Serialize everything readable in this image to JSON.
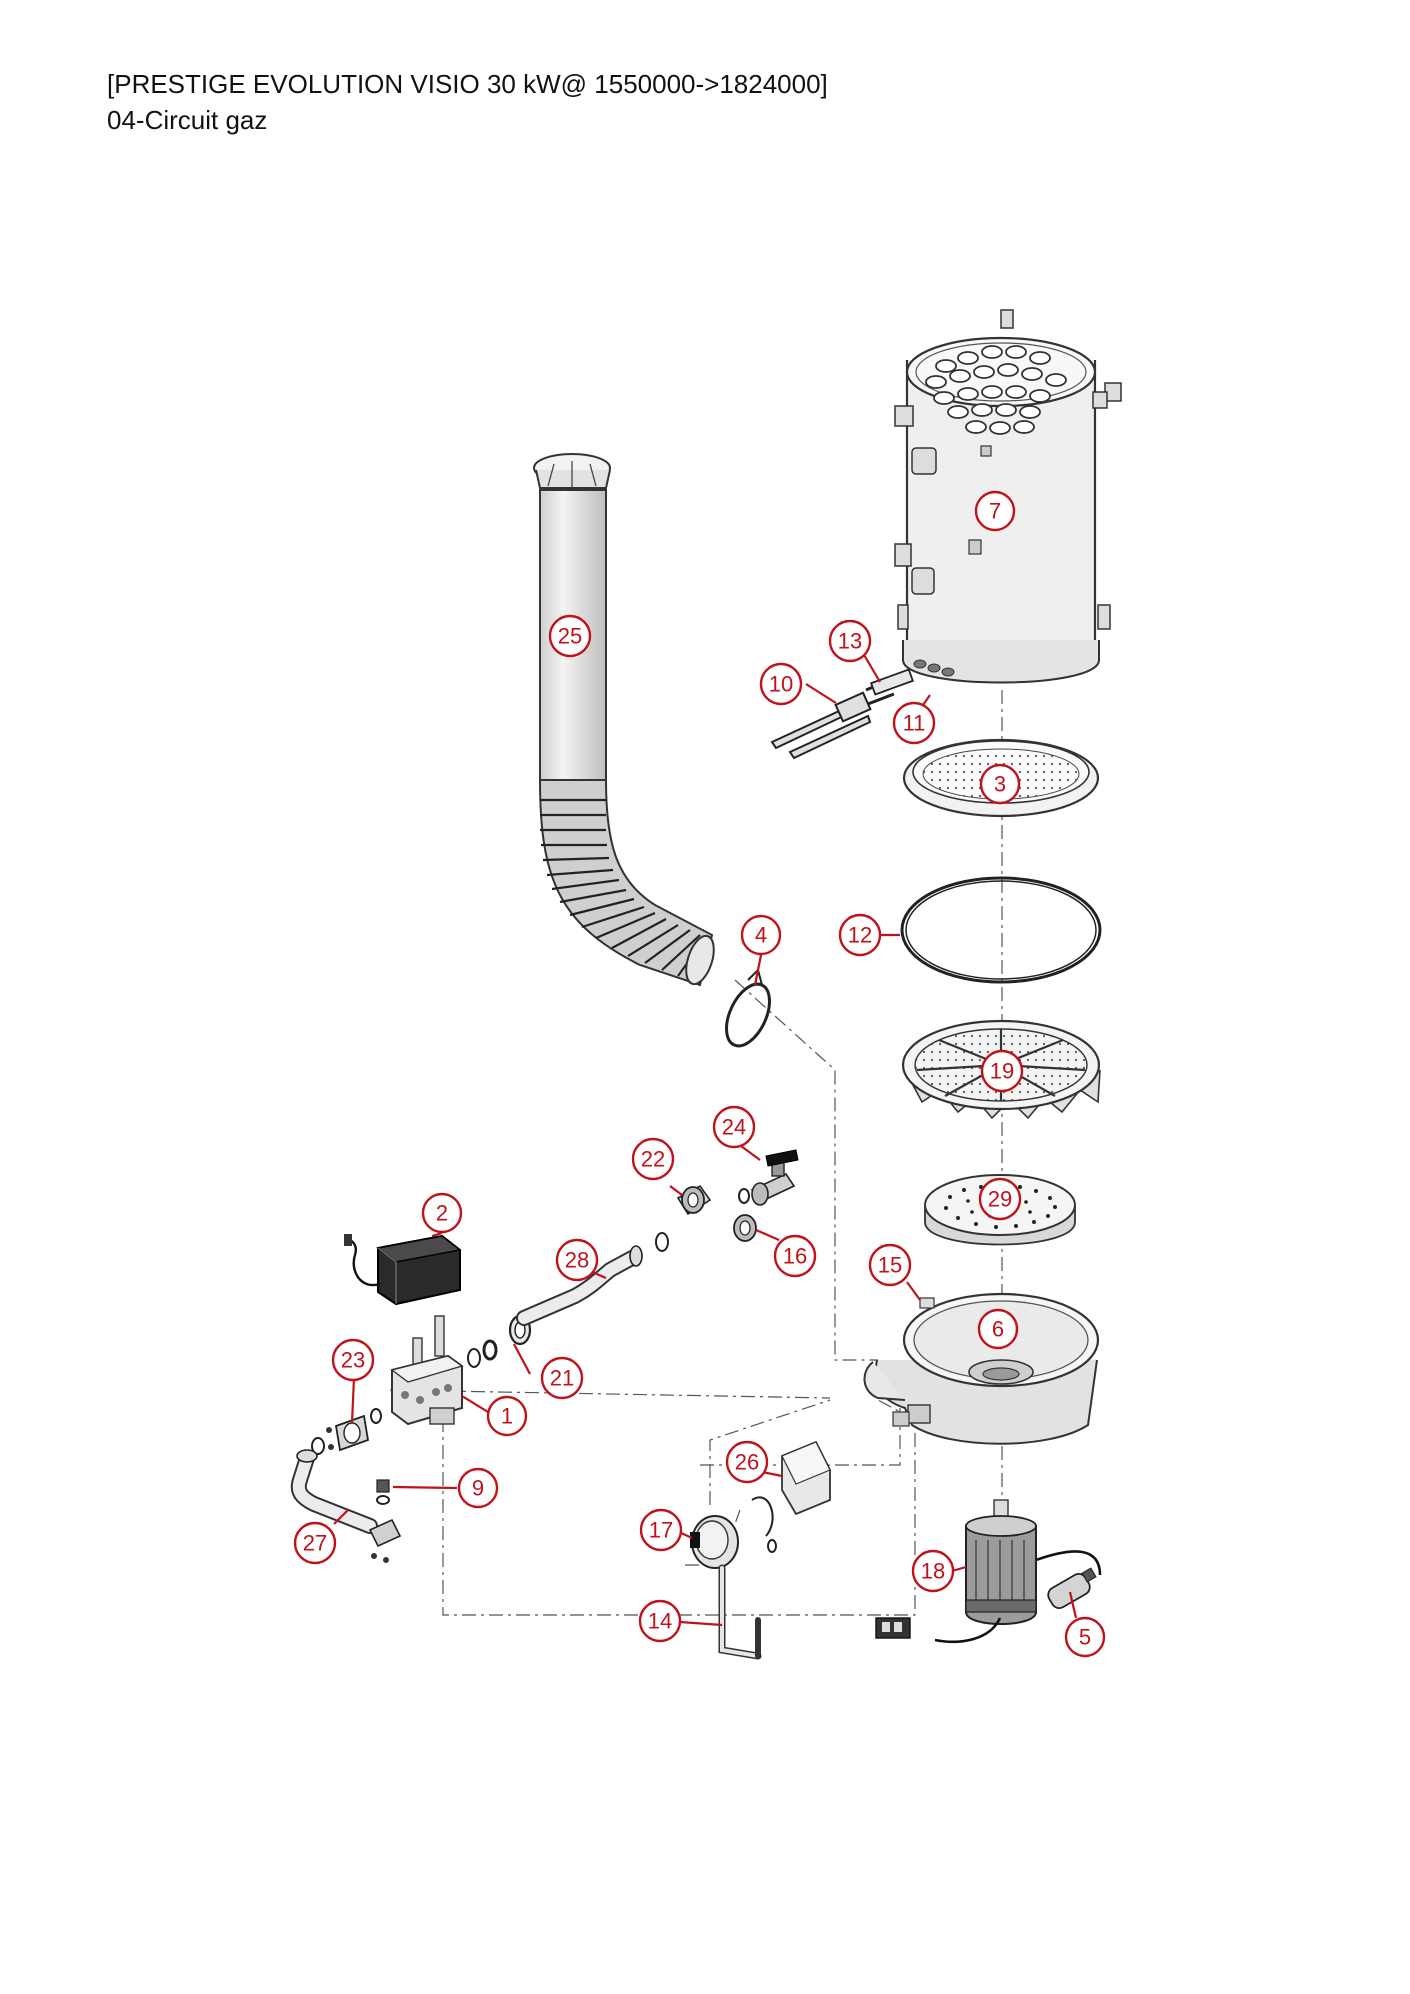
{
  "header": {
    "model": "[PRESTIGE EVOLUTION VISIO 30 kW@ 1550000->1824000]",
    "section": "04-Circuit gaz"
  },
  "colors": {
    "callout": "#c0121a",
    "line": "#3a3a3a",
    "part_fill": "#e6e6e6",
    "part_dark": "#2a2a2a"
  },
  "callouts": [
    {
      "id": "c1",
      "label": "1"
    },
    {
      "id": "c2",
      "label": "2"
    },
    {
      "id": "c3",
      "label": "3"
    },
    {
      "id": "c4",
      "label": "4"
    },
    {
      "id": "c5",
      "label": "5"
    },
    {
      "id": "c6",
      "label": "6"
    },
    {
      "id": "c7",
      "label": "7"
    },
    {
      "id": "c9",
      "label": "9"
    },
    {
      "id": "c10",
      "label": "10"
    },
    {
      "id": "c11",
      "label": "11"
    },
    {
      "id": "c12",
      "label": "12"
    },
    {
      "id": "c13",
      "label": "13"
    },
    {
      "id": "c14",
      "label": "14"
    },
    {
      "id": "c15",
      "label": "15"
    },
    {
      "id": "c16",
      "label": "16"
    },
    {
      "id": "c17",
      "label": "17"
    },
    {
      "id": "c18",
      "label": "18"
    },
    {
      "id": "c19",
      "label": "19"
    },
    {
      "id": "c21",
      "label": "21"
    },
    {
      "id": "c22",
      "label": "22"
    },
    {
      "id": "c23",
      "label": "23"
    },
    {
      "id": "c24",
      "label": "24"
    },
    {
      "id": "c25",
      "label": "25"
    },
    {
      "id": "c26",
      "label": "26"
    },
    {
      "id": "c27",
      "label": "27"
    },
    {
      "id": "c28",
      "label": "28"
    },
    {
      "id": "c29",
      "label": "29"
    }
  ]
}
